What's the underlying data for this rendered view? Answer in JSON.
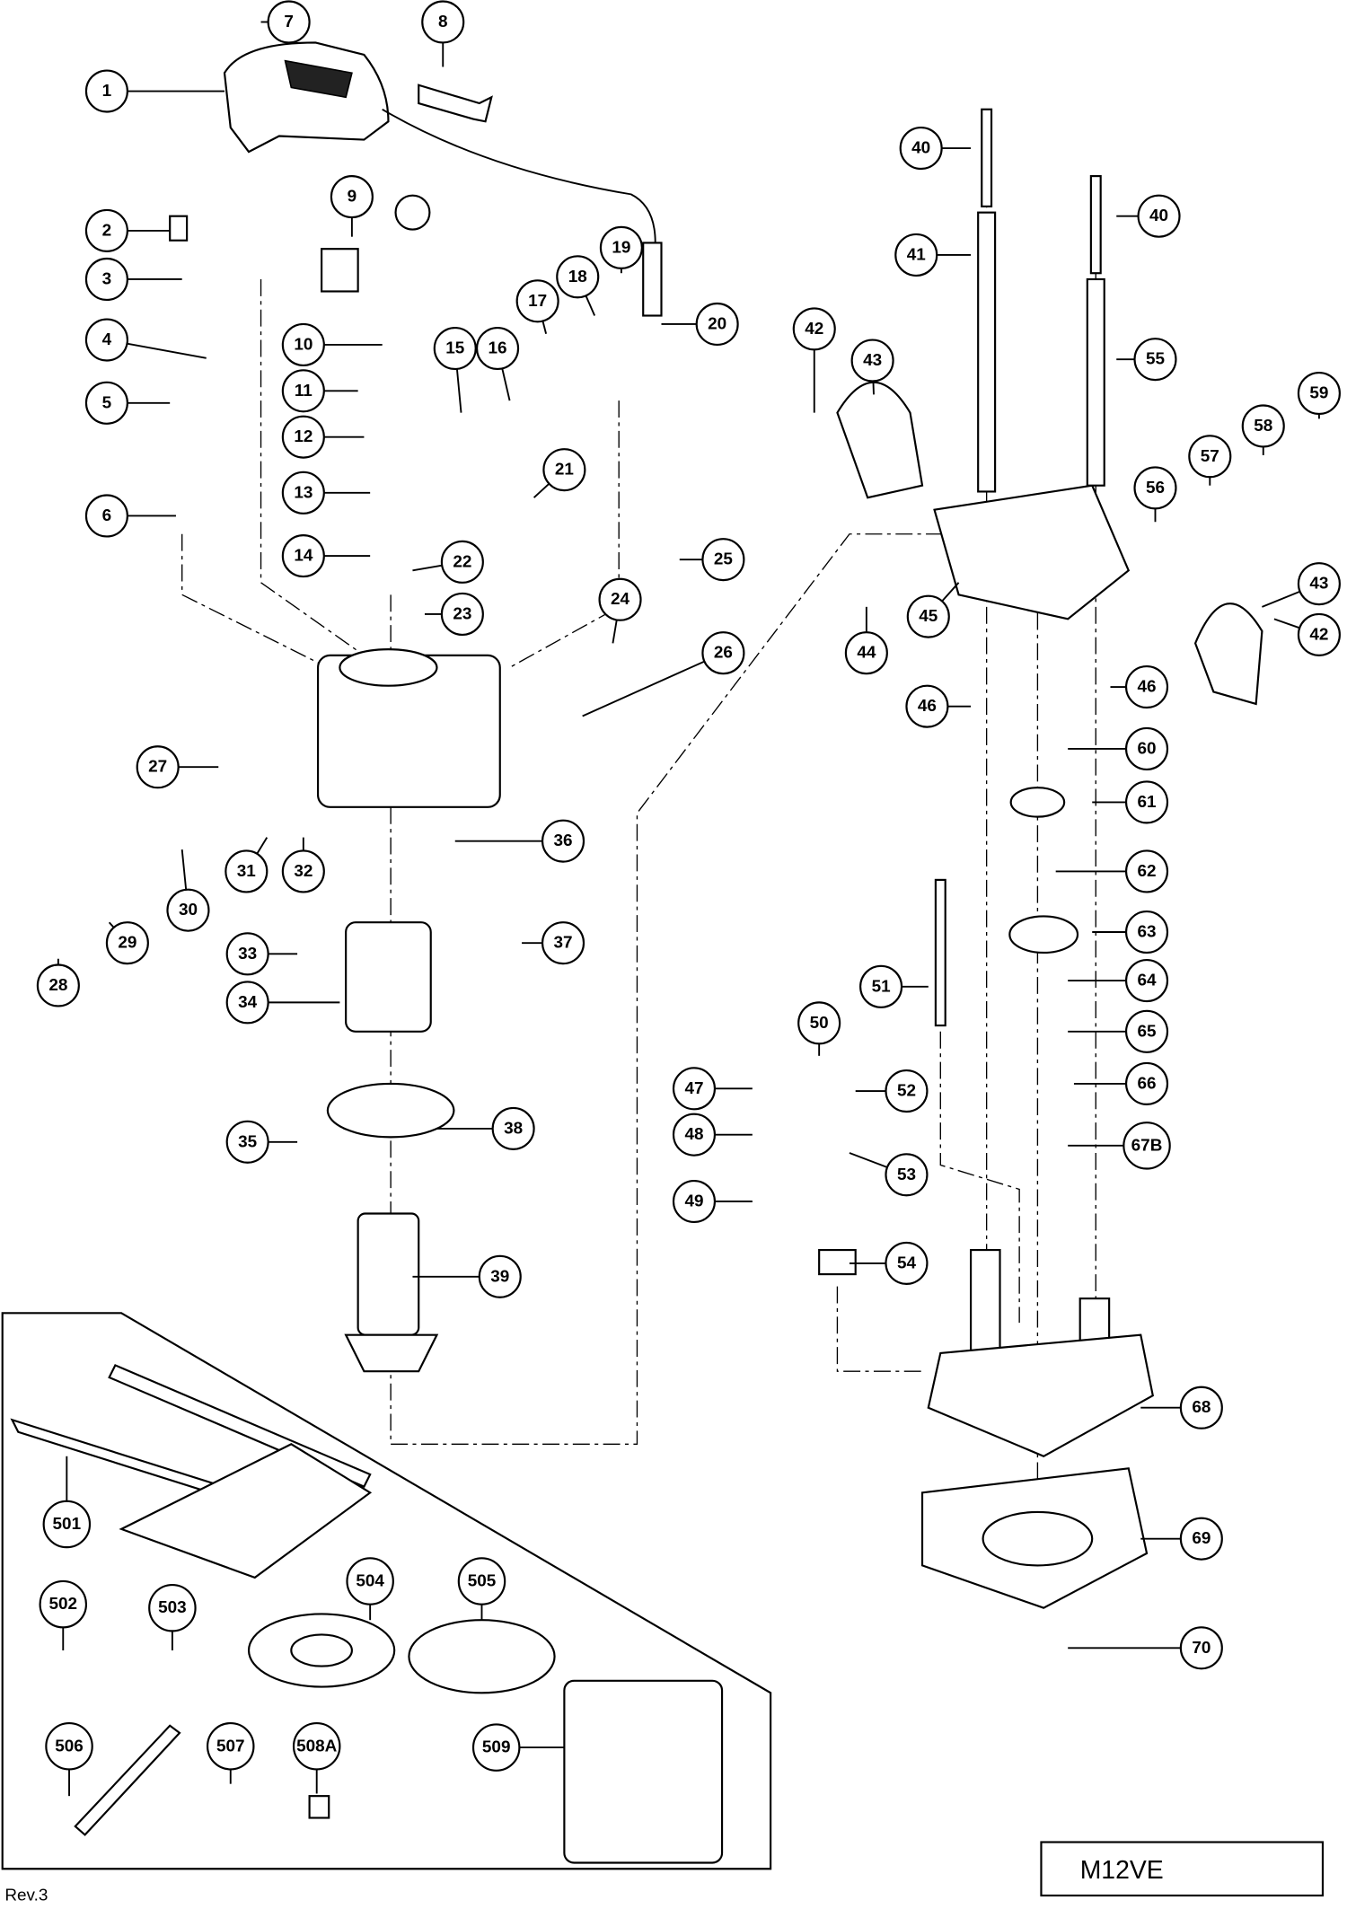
{
  "model": "M12VE",
  "revision": "Rev.3",
  "callouts": [
    "1",
    "7",
    "8",
    "9",
    "2",
    "3",
    "4",
    "5",
    "6",
    "10",
    "11",
    "12",
    "13",
    "14",
    "15",
    "16",
    "17",
    "18",
    "19",
    "20",
    "21",
    "22",
    "23",
    "24",
    "25",
    "26",
    "27",
    "28",
    "29",
    "30",
    "31",
    "32",
    "33",
    "34",
    "35",
    "36",
    "37",
    "38",
    "39",
    "40",
    "40",
    "41",
    "42",
    "43",
    "42",
    "43",
    "44",
    "45",
    "46",
    "46",
    "55",
    "56",
    "57",
    "58",
    "59",
    "60",
    "61",
    "62",
    "63",
    "64",
    "65",
    "66",
    "67B",
    "68",
    "69",
    "70",
    "51",
    "50",
    "52",
    "53",
    "54",
    "47",
    "48",
    "49",
    "501",
    "502",
    "503",
    "504",
    "505",
    "506",
    "507",
    "508A",
    "509"
  ]
}
